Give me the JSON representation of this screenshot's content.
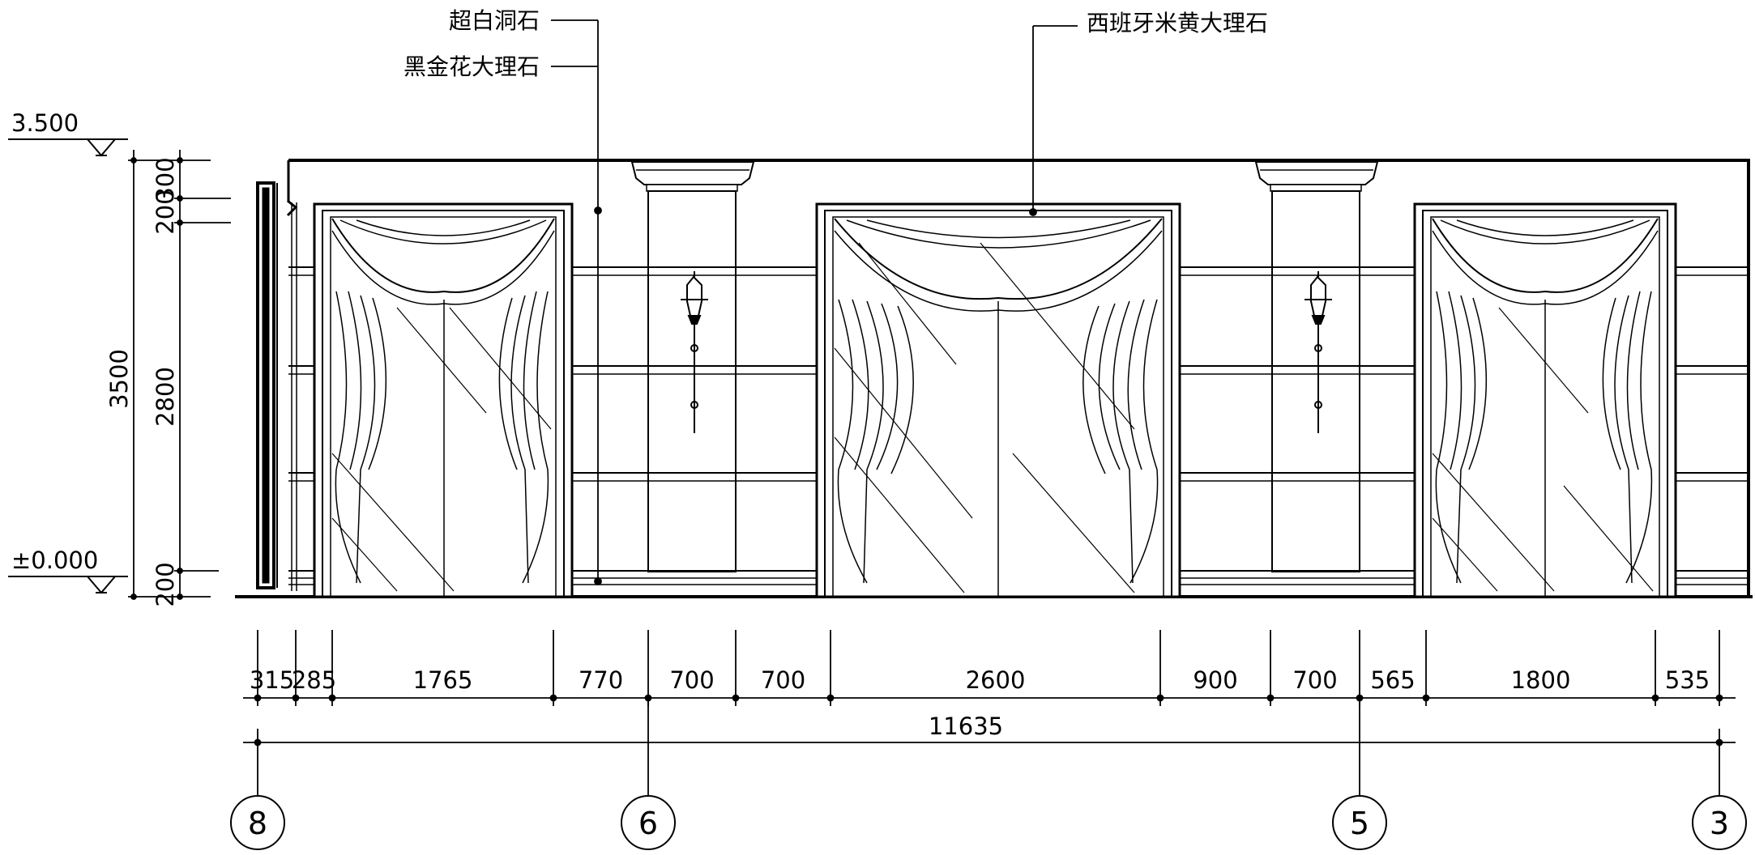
{
  "annotations": {
    "stone_1": "超白洞石",
    "stone_2": "黑金花大理石",
    "stone_3": "西班牙米黄大理石"
  },
  "levels": {
    "top": "3.500",
    "bottom": "±0.000"
  },
  "vertical_dims": {
    "total": "3500",
    "top_1": "300",
    "top_2": "200",
    "middle": "2800",
    "bottom": "200"
  },
  "horizontal_dims": {
    "segments": [
      "315",
      "285",
      "1765",
      "770",
      "700",
      "700",
      "2600",
      "900",
      "700",
      "565",
      "1800",
      "535"
    ],
    "total": "11635"
  },
  "grid_axes": [
    "8",
    "6",
    "5",
    "3"
  ]
}
